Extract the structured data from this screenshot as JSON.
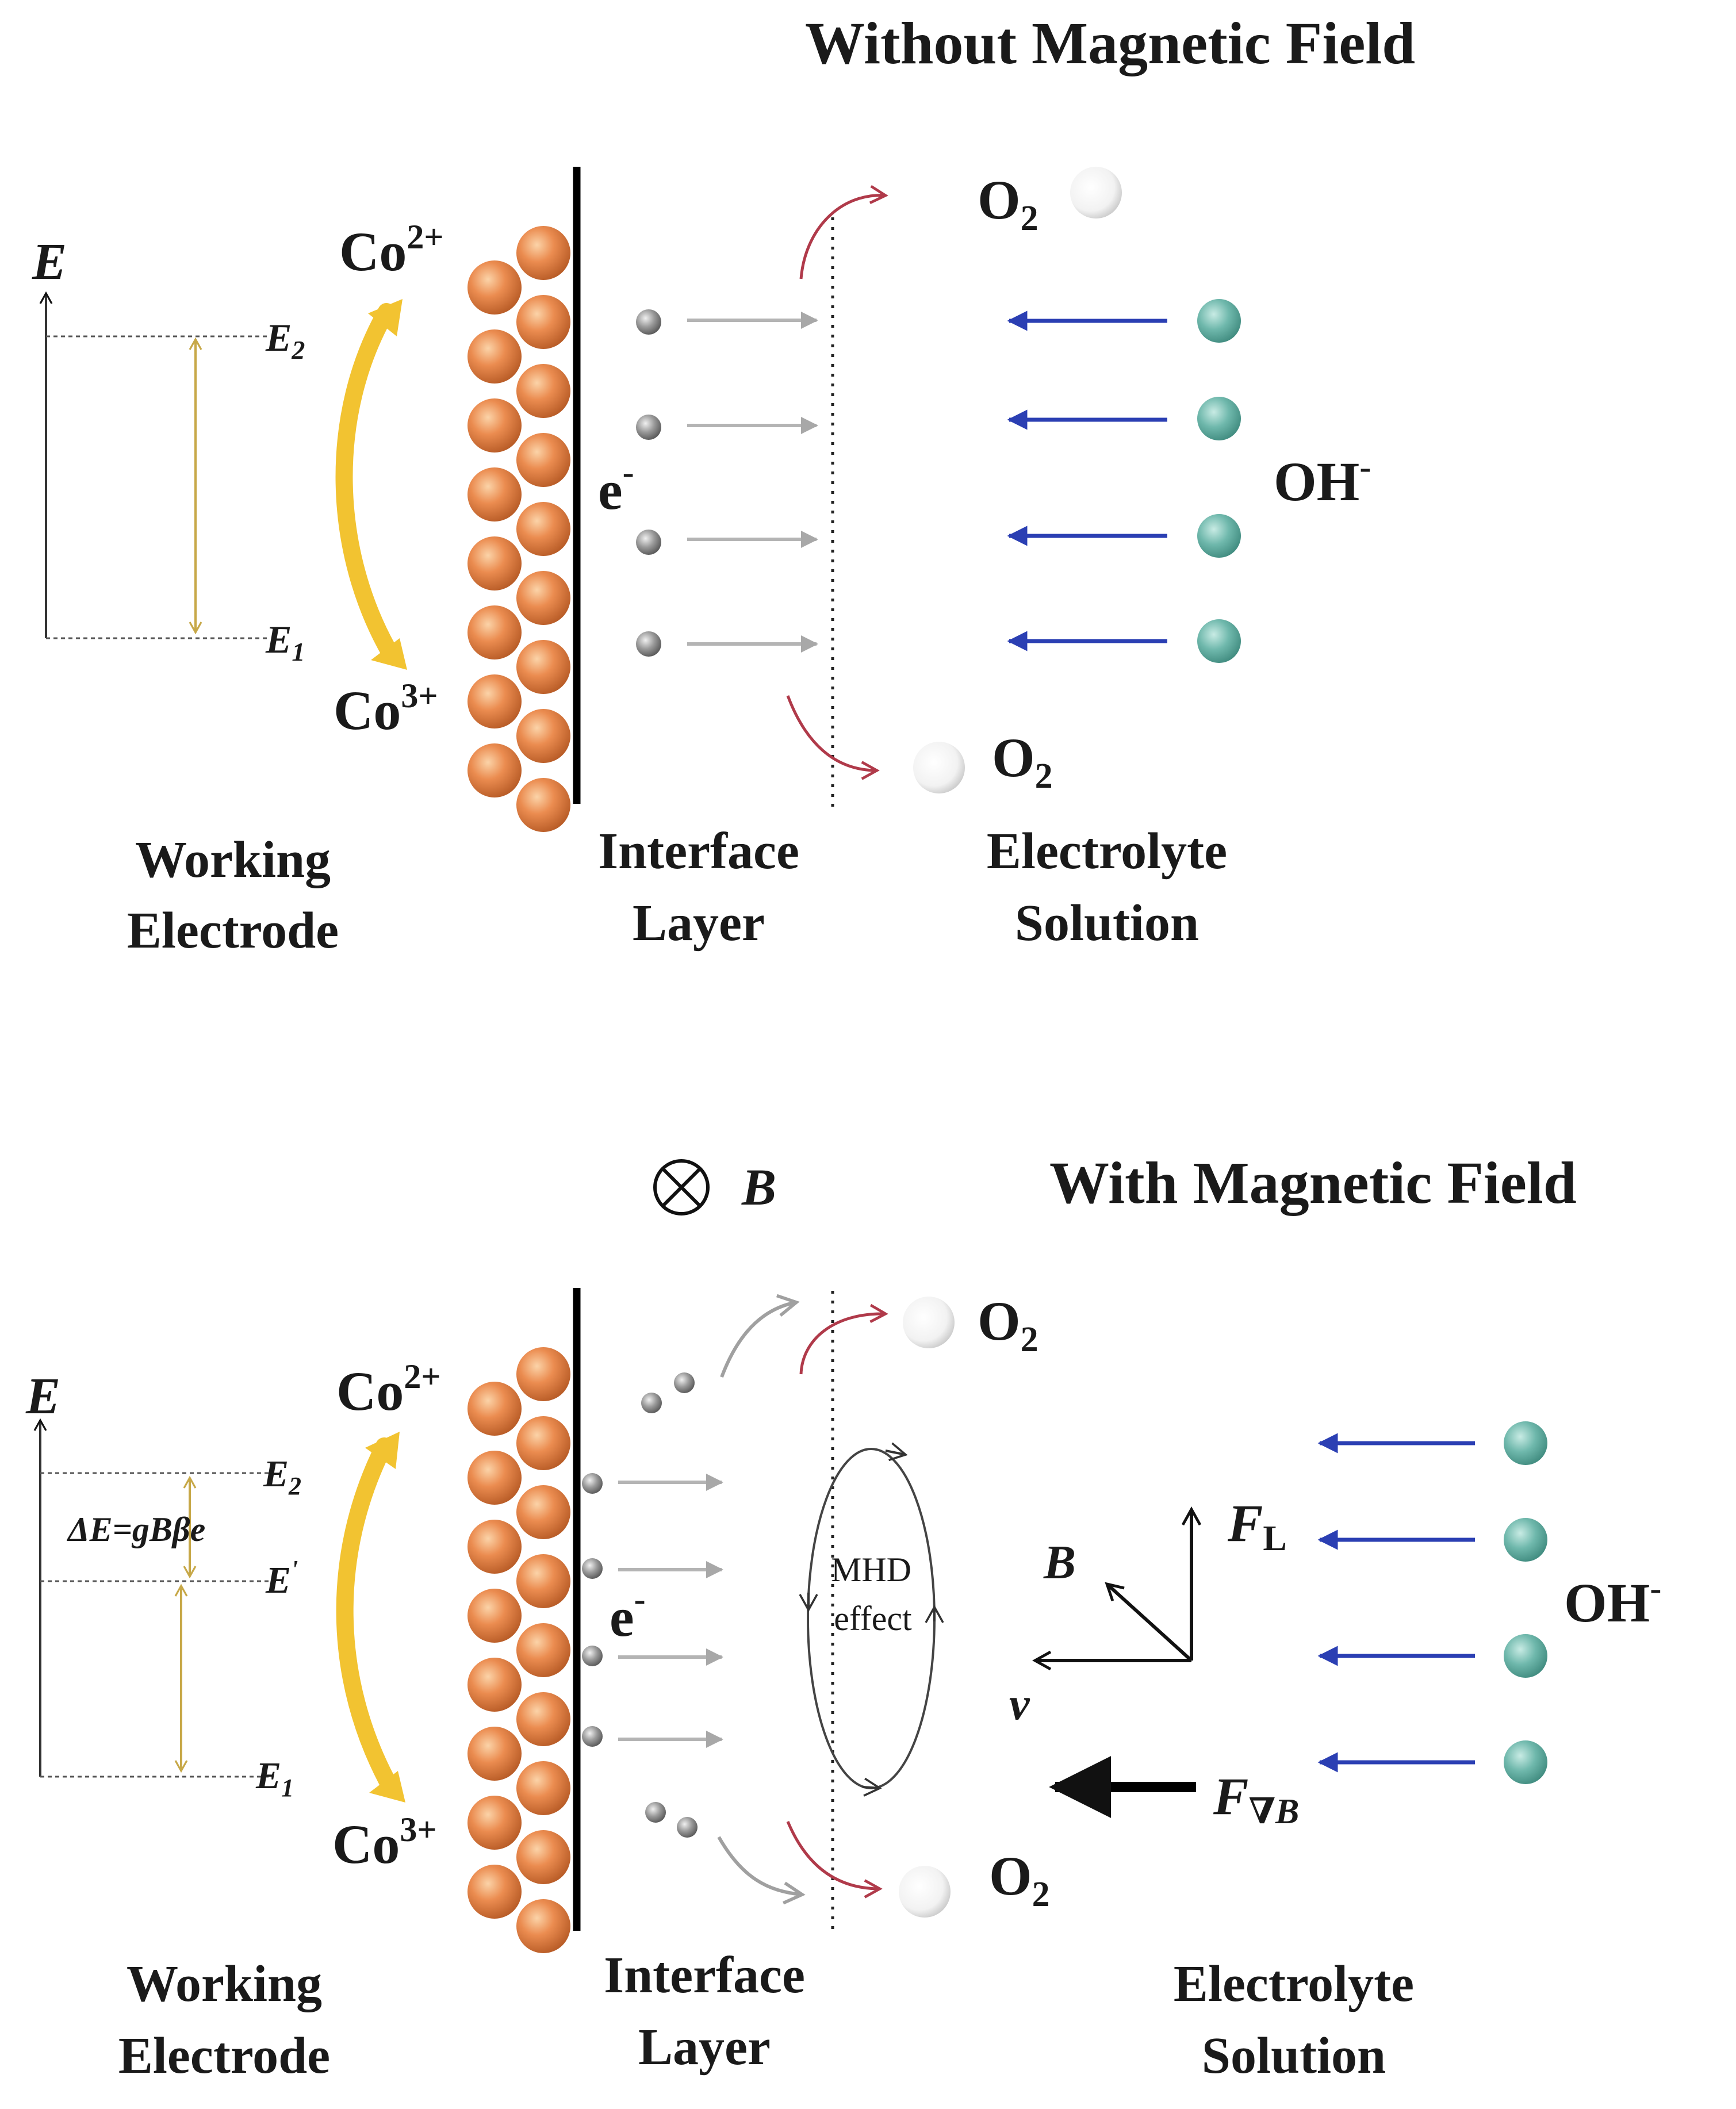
{
  "colors": {
    "ion_orange": "#e8864a",
    "ion_highlight": "#fbd3a8",
    "oh_teal": "#6fb8ac",
    "blue_arrow": "#2b3fb3",
    "red_arrow": "#b03a4a",
    "yellow_arrow": "#f2c331",
    "gold_line": "#c7a848",
    "electron_gray": "#9a9a9a"
  },
  "top": {
    "title": "Without Magnetic Field",
    "axis_label": "E",
    "level_upper": {
      "base": "E",
      "sub": "2"
    },
    "level_lower": {
      "base": "E",
      "sub": "1"
    },
    "co_upper": {
      "base": "Co",
      "sup": "2+"
    },
    "co_lower": {
      "base": "Co",
      "sup": "3+"
    },
    "electron": {
      "base": "e",
      "sup": "-"
    },
    "o2_upper": {
      "base": "O",
      "sub": "2"
    },
    "o2_lower": {
      "base": "O",
      "sub": "2"
    },
    "hydroxide": {
      "base": "OH",
      "sup": "-"
    },
    "working_electrode": [
      "Working",
      "Electrode"
    ],
    "interface_layer": [
      "Interface",
      "Layer"
    ],
    "electrolyte_solution": [
      "Electrolyte",
      "Solution"
    ]
  },
  "bottom": {
    "title": "With Magnetic Field",
    "field_symbol": "⊗",
    "field_label": "B",
    "axis_label": "E",
    "level_upper": {
      "base": "E",
      "sub": "2"
    },
    "level_mid": {
      "base": "E",
      "sup": "'"
    },
    "level_lower": {
      "base": "E",
      "sub": "1"
    },
    "zeeman_eq": "ΔE=gBβe",
    "co_upper": {
      "base": "Co",
      "sup": "2+"
    },
    "co_lower": {
      "base": "Co",
      "sup": "3+"
    },
    "electron": {
      "base": "e",
      "sup": "-"
    },
    "mhd": [
      "MHD",
      "effect"
    ],
    "o2_upper": {
      "base": "O",
      "sub": "2"
    },
    "o2_lower": {
      "base": "O",
      "sub": "2"
    },
    "hydroxide": {
      "base": "OH",
      "sup": "-"
    },
    "force_lorentz": {
      "base": "F",
      "sub": "L"
    },
    "force_gradient": {
      "base": "F",
      "sub": "∇B"
    },
    "b_vector": "B",
    "v_vector": "v",
    "working_electrode": [
      "Working",
      "Electrode"
    ],
    "interface_layer": [
      "Interface",
      "Layer"
    ],
    "electrolyte_solution": [
      "Electrolyte",
      "Solution"
    ]
  }
}
